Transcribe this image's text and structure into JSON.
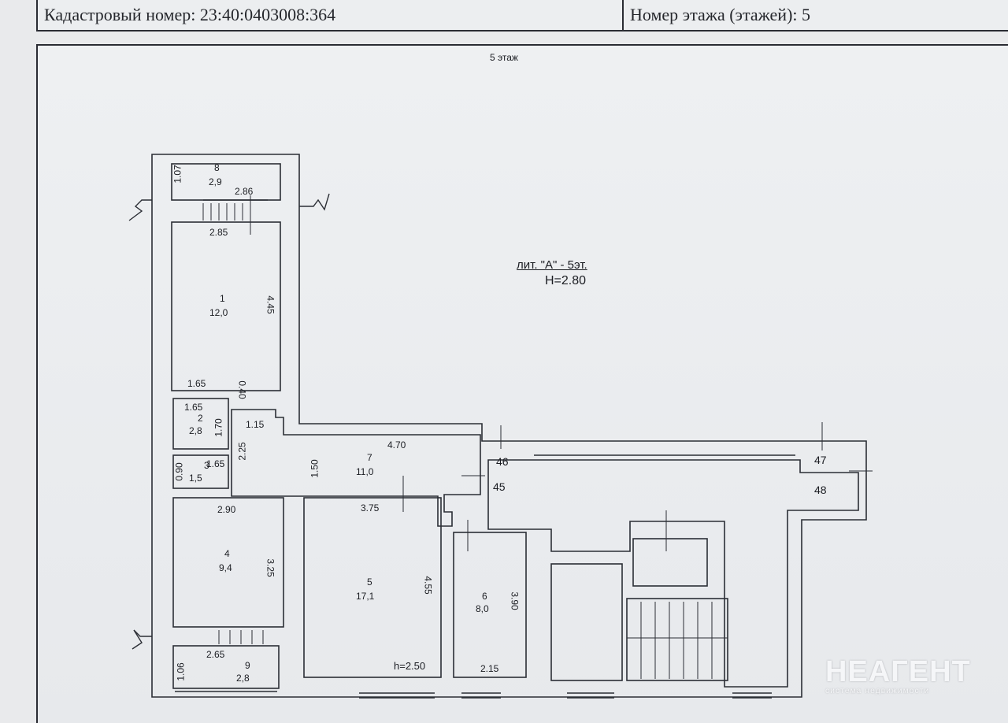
{
  "header": {
    "cadastral": "Кадастровый номер: 23:40:0403008:364",
    "floors": "Номер этажа (этажей): 5"
  },
  "floor_title": "5 этаж",
  "building": {
    "letter": "лит. \"А\" - 5эт.",
    "height": "H=2.80"
  },
  "rooms": [
    {
      "num": "8",
      "area": "2,9"
    },
    {
      "num": "1",
      "area": "12,0"
    },
    {
      "num": "2",
      "area": "2,8"
    },
    {
      "num": "3",
      "area": "1,5"
    },
    {
      "num": "7",
      "area": "11,0"
    },
    {
      "num": "4",
      "area": "9,4"
    },
    {
      "num": "5",
      "area": "17,1"
    },
    {
      "num": "6",
      "area": "8,0"
    },
    {
      "num": "9",
      "area": "2,8"
    }
  ],
  "dims": [
    "1.07",
    "2.86",
    "2.85",
    "4.45",
    "1.65",
    "0.40",
    "1.65",
    "1.70",
    "1.15",
    "2.25",
    "0.90",
    "1.65",
    "1.50",
    "4.70",
    "2.90",
    "3.75",
    "3.25",
    "4.55",
    "3.90",
    "2.65",
    "1.06",
    "2.15"
  ],
  "room5_height": "h=2.50",
  "common": [
    "46",
    "45",
    "47",
    "48"
  ],
  "logo": {
    "brand": "НЕАГЕНТ",
    "tagline": "система недвижимости"
  }
}
